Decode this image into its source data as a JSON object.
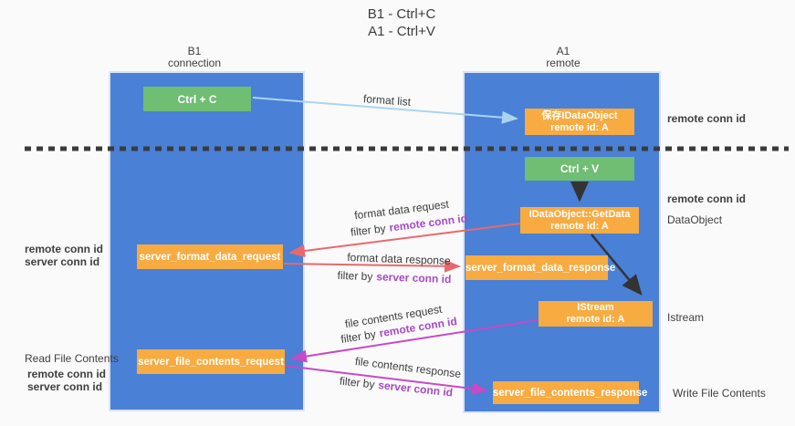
{
  "title": {
    "line1": "B1 - Ctrl+C",
    "line2": "A1 - Ctrl+V"
  },
  "lanes": {
    "left": {
      "name": "B1",
      "role": "connection"
    },
    "right": {
      "name": "A1",
      "role": "remote"
    }
  },
  "boxes": {
    "ctrl_c": {
      "label": "Ctrl + C"
    },
    "save_dataobject": {
      "line1": "保存IDataObject",
      "line2": "remote id: A"
    },
    "ctrl_v": {
      "label": "Ctrl + V"
    },
    "getdata": {
      "line1": "IDataObject::GetData",
      "line2": "remote id: A"
    },
    "server_format_data_request": {
      "label": "server_format_data_request"
    },
    "server_format_data_response": {
      "label": "server_format_data_response"
    },
    "istream": {
      "line1": "IStream",
      "line2": "remote id: A"
    },
    "server_file_contents_request": {
      "label": "server_file_contents_request"
    },
    "server_file_contents_response": {
      "label": "server_file_contents_response"
    }
  },
  "flow_labels": {
    "format_list": "format list",
    "format_data_request": "format data request",
    "format_data_response": "format data response",
    "file_contents_request": "file contents request",
    "file_contents_response": "file contents response",
    "filter_by": "filter by",
    "remote_conn_id": "remote conn id",
    "server_conn_id": "server conn id"
  },
  "annotations": {
    "right_top_remote_conn_id": "remote conn id",
    "right_mid_remote_conn_id": "remote conn id",
    "dataobject": "DataObject",
    "istream": "Istream",
    "write_file_contents": "Write File Contents",
    "left_mid_remote_conn_id": "remote conn id",
    "left_mid_server_conn_id": "server conn id",
    "read_file_contents": "Read File Contents",
    "left_bottom_remote_conn_id": "remote conn id",
    "left_bottom_server_conn_id": "server conn id"
  },
  "colors": {
    "lane_blue": "#4a80d5",
    "box_green": "#6fbe73",
    "box_orange": "#f8ab41",
    "arrow_light_blue": "#aad4f2",
    "arrow_red": "#e8696d",
    "arrow_magenta": "#c64ac6",
    "arrow_black": "#333333",
    "dashed_line": "#3b3b3b",
    "text_purple": "#a64bc6",
    "text_green": "#67bf6c",
    "background": "#fafafa"
  }
}
